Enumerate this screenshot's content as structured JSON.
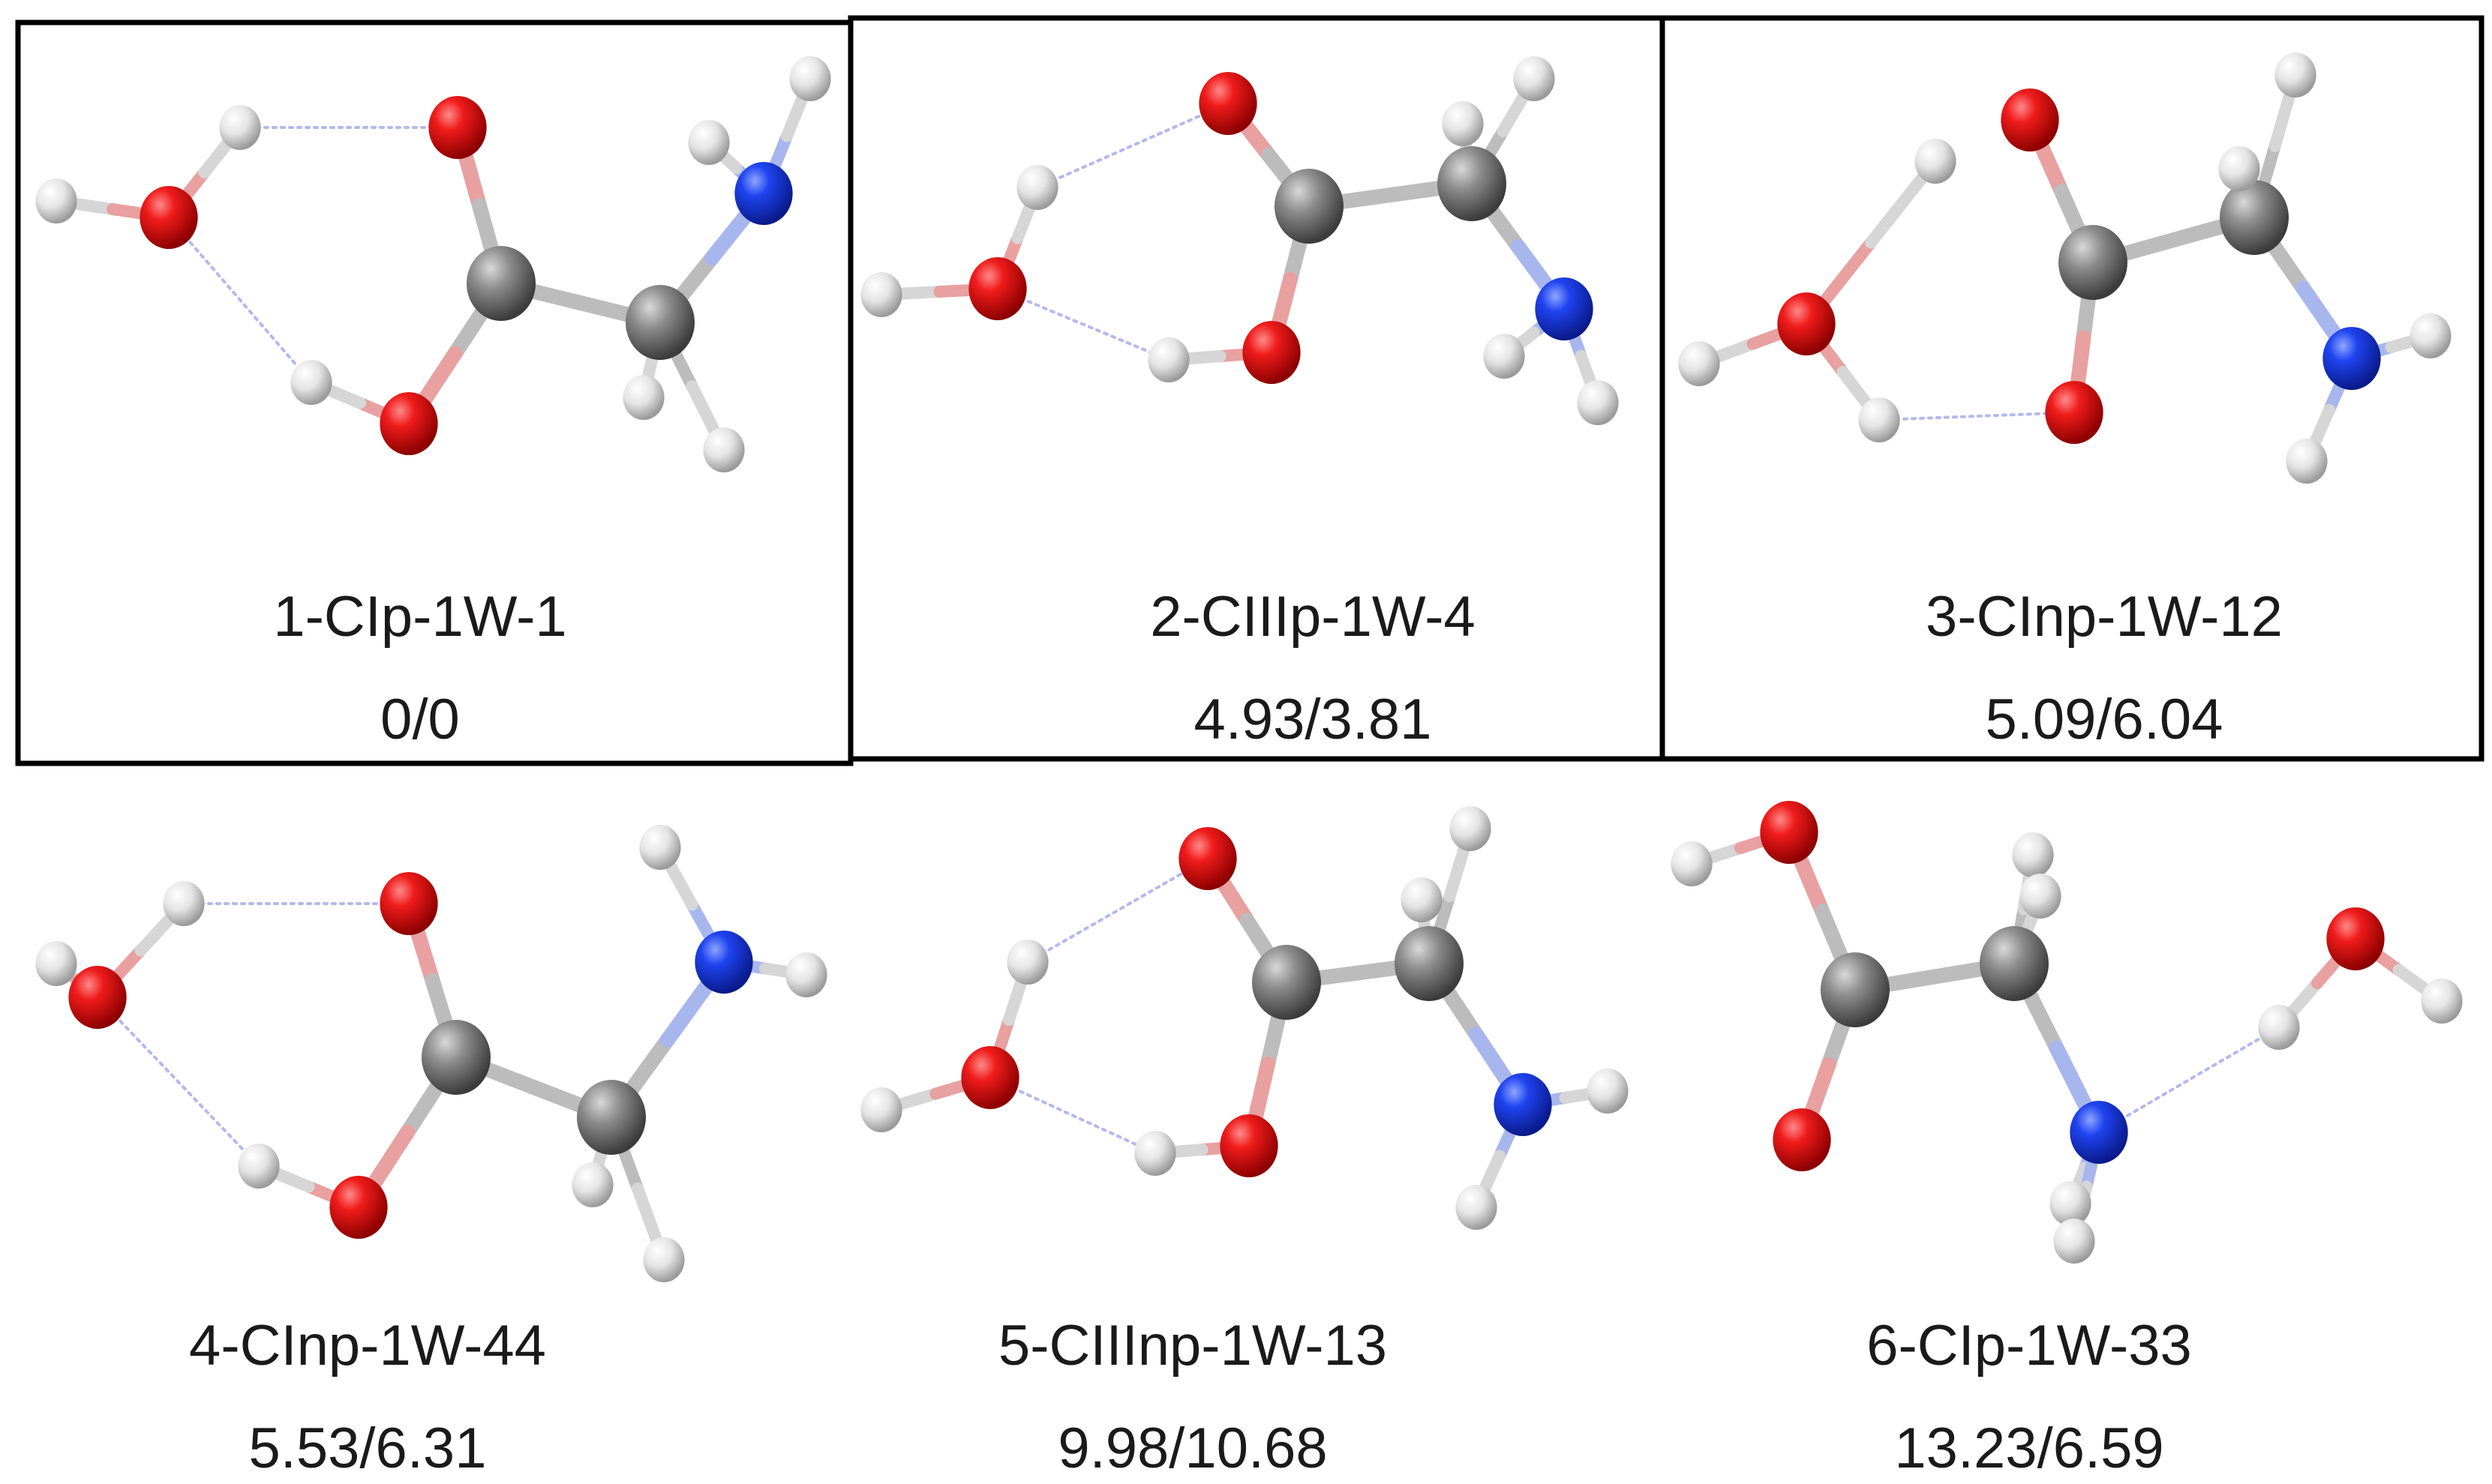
{
  "panels": [
    {
      "id": "p1",
      "name": "1-CIp-1W-1",
      "energy": "0/0",
      "boxed": true
    },
    {
      "id": "p2",
      "name": "2-CIIIp-1W-4",
      "energy": "4.93/3.81",
      "boxed": true
    },
    {
      "id": "p3",
      "name": "3-CInp-1W-12",
      "energy": "5.09/6.04",
      "boxed": true
    },
    {
      "id": "p4",
      "name": "4-CInp-1W-44",
      "energy": "5.53/6.31",
      "boxed": false
    },
    {
      "id": "p5",
      "name": "5-CIIInp-1W-13",
      "energy": "9.98/10.68",
      "boxed": false
    },
    {
      "id": "p6",
      "name": "6-CIp-1W-33",
      "energy": "13.23/6.59",
      "boxed": false
    }
  ],
  "atom_colors": {
    "O": "#e8141b",
    "N": "#1f3ee8",
    "C": "#8a8a8a",
    "H": "#e6e6e6"
  }
}
